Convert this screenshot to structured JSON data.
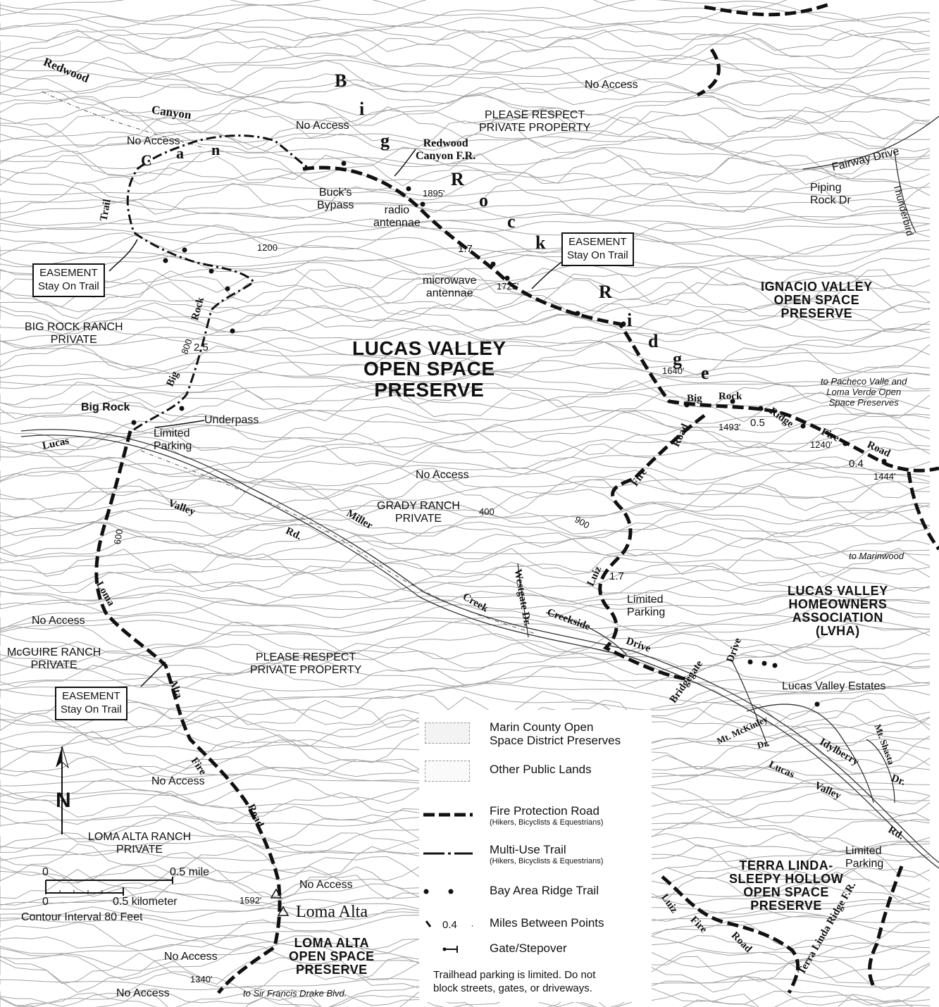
{
  "map": {
    "labels": {
      "redwood": "Redwood",
      "canyon": "Canyon",
      "trail": "Trail",
      "no_access_1": "No Access",
      "no_access_2": "No Access",
      "no_access_3": "No Access",
      "no_access_4": "No Access",
      "no_access_5": "No Access",
      "no_access_6": "No Access",
      "no_access_7": "No Access",
      "no_access_8": "No Access",
      "no_access_9": "No Access",
      "please_respect_1": "PLEASE RESPECT\nPRIVATE PROPERTY",
      "please_respect_2": "PLEASE RESPECT\nPRIVATE PROPERTY",
      "redwood_canyon_fr": "Redwood\nCanyon F.R.",
      "bucks_bypass": "Buck's\nBypass",
      "radio_antennae": "radio\nantennae",
      "microwave_antennae": "microwave\nantennae",
      "elev_1895": "1895'",
      "elev_1725": "1725'",
      "elev_1640": "1640'",
      "elev_1493": "1493'",
      "elev_1240": "1240'",
      "elev_1444": "1444'",
      "elev_1592": "1592'",
      "elev_1340": "1340'",
      "big_rock_ranch": "BIG ROCK RANCH\nPRIVATE",
      "big_rock": "Big Rock",
      "underpass": "Underpass",
      "limited_parking_1": "Limited\nParking",
      "limited_parking_2": "Limited\nParking",
      "limited_parking_3": "Limited\nParking",
      "lucas": "Lucas",
      "valley": "Valley",
      "rd": "Rd.",
      "miller": "Miller",
      "creek": "Creek",
      "grady_ranch": "GRADY RANCH\nPRIVATE",
      "westgate_dr": "Westgate Dr.",
      "creekside": "Creekside",
      "drive": "Drive",
      "bridgegate": "Bridgegate",
      "drive_2": "Drive",
      "lucas_valley_estates": "Lucas Valley Estates",
      "mt_mckinley": "Mt. McKinley",
      "dr": "Dr.",
      "lucas_2": "Lucas",
      "valley_2": "Valley",
      "rd_2": "Rd.",
      "idylberry": "Idylberry",
      "dr_2": "Dr.",
      "mt_shasta": "Mt. Shasta",
      "fairway_drive": "Fairway Drive",
      "piping_rock": "Piping\nRock Dr",
      "thunderbird": "Thunderbird",
      "to_pacheco": "to Pacheco Valle and\nLoma Verde Open\nSpace Preserves",
      "to_marinwood": "to Marinwood",
      "to_sir_francis": "to Sir Francis Drake Blvd.",
      "mcguire_ranch": "McGUIRE RANCH\nPRIVATE",
      "loma_alta_ranch": "LOMA ALTA RANCH\nPRIVATE",
      "loma_alta": "Loma Alta",
      "loma": "Loma",
      "alta": "Alta",
      "fire": "Fire",
      "road": "Road",
      "big_2": "Big",
      "rock_2": "Rock",
      "big_rock_trail_big": "Big",
      "big_rock_trail_rock": "Rock",
      "big_rock_ridge_road_big": "Big",
      "big_rock_ridge_road_rock": "Rock",
      "ridge_road_ridge": "Ridge",
      "ridge_road_fire": "Fire",
      "ridge_road_road": "Road",
      "luiz_fire_road_fire": "Fire",
      "luiz_fire_road_road": "Road",
      "luiz": "Luiz",
      "luiz_2": "Luiz",
      "luiz_fire_2": "Fire",
      "luiz_road_2": "Road",
      "terra_linda_ridge": "Terra Linda Ridge F.R.",
      "big_rock_ridge_letters": [
        "B",
        "i",
        "g",
        "R",
        "o",
        "c",
        "k",
        "R",
        "i",
        "d",
        "g",
        "e"
      ],
      "canyon_trail_letters": [
        "C",
        "a",
        "n"
      ],
      "contour_600": "600",
      "contour_800": "800",
      "contour_1200": "1200",
      "contour_400": "400",
      "contour_900": "900",
      "mile_25": "2.5",
      "mile_17a": "1.7",
      "mile_05": "0.5",
      "mile_04": "0.4",
      "mile_17b": "1.7"
    },
    "preserves": {
      "lucas_valley": "LUCAS VALLEY\nOPEN SPACE\nPRESERVE",
      "ignacio_valley": "IGNACIO VALLEY\nOPEN SPACE\nPRESERVE",
      "lvha": "LUCAS VALLEY\nHOMEOWNERS\nASSOCIATION\n(LVHA)",
      "terra_linda": "TERRA LINDA-\nSLEEPY HOLLOW\nOPEN SPACE\nPRESERVE",
      "loma_alta_osp": "LOMA ALTA\nOPEN SPACE\nPRESERVE"
    },
    "easement_boxes": [
      {
        "line1": "EASEMENT",
        "line2": "Stay On Trail"
      },
      {
        "line1": "EASEMENT",
        "line2": "Stay On Trail"
      },
      {
        "line1": "EASEMENT",
        "line2": "Stay On Trail"
      }
    ]
  },
  "legend": {
    "items": [
      {
        "label": "Marin County Open\nSpace District Preserves",
        "sub": ""
      },
      {
        "label": "Other Public Lands",
        "sub": ""
      },
      {
        "label": "Fire Protection Road",
        "sub": "(Hikers, Bicyclists & Equestrians)"
      },
      {
        "label": "Multi-Use Trail",
        "sub": "(Hikers, Bicyclists & Equestrians)"
      },
      {
        "label": "Bay Area Ridge Trail",
        "sub": ""
      },
      {
        "label": "Miles Between Points",
        "sub": ""
      },
      {
        "label": "Gate/Stepover",
        "sub": ""
      }
    ],
    "miles_example": "0.4",
    "note": "Trailhead parking is limited. Do not\nblock streets, gates, or driveways."
  },
  "scale": {
    "north": "N",
    "mile_zero": "0",
    "mile_label": "0.5 mile",
    "km_zero": "0",
    "km_label": "0.5 kilometer",
    "contour_interval": "Contour Interval 80 Feet"
  },
  "colors": {
    "ink": "#111111",
    "contour": "#9a9a9a",
    "paper": "#ffffff"
  }
}
